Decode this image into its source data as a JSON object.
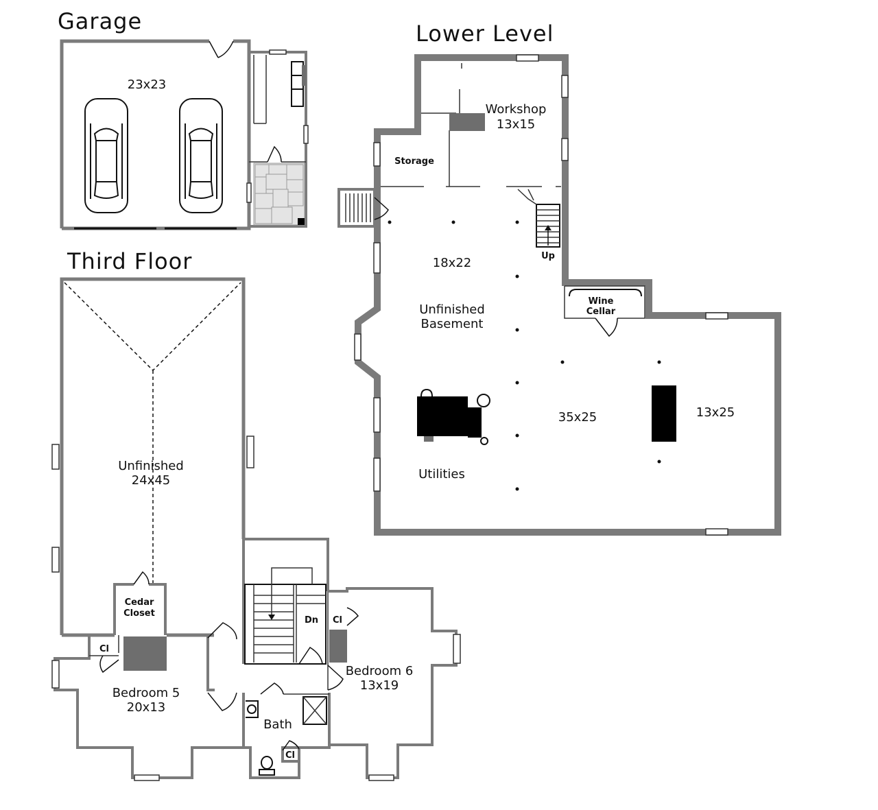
{
  "titles": {
    "garage": "Garage",
    "lower_level": "Lower Level",
    "third_floor": "Third Floor"
  },
  "garage": {
    "size": "23x23"
  },
  "lower_level": {
    "workshop_name": "Workshop",
    "workshop_size": "13x15",
    "storage": "Storage",
    "basement_size": "18x22",
    "basement_name_1": "Unfinished",
    "basement_name_2": "Basement",
    "up_label": "Up",
    "wine_1": "Wine",
    "wine_2": "Cellar",
    "main_size": "35x25",
    "east_size": "13x25",
    "utilities": "Utilities"
  },
  "third_floor": {
    "unfinished_name": "Unfinished",
    "unfinished_size": "24x45",
    "cedar_1": "Cedar",
    "cedar_2": "Closet",
    "closet": "Cl",
    "bedroom5_name": "Bedroom 5",
    "bedroom5_size": "20x13",
    "down_label": "Dn",
    "bedroom6_name": "Bedroom 6",
    "bedroom6_size": "13x19",
    "bath": "Bath"
  },
  "colors": {
    "wall": "#7b7b7b",
    "fill_dark": "#6e6e6e",
    "equipment": "#000000",
    "line": "#111111"
  }
}
